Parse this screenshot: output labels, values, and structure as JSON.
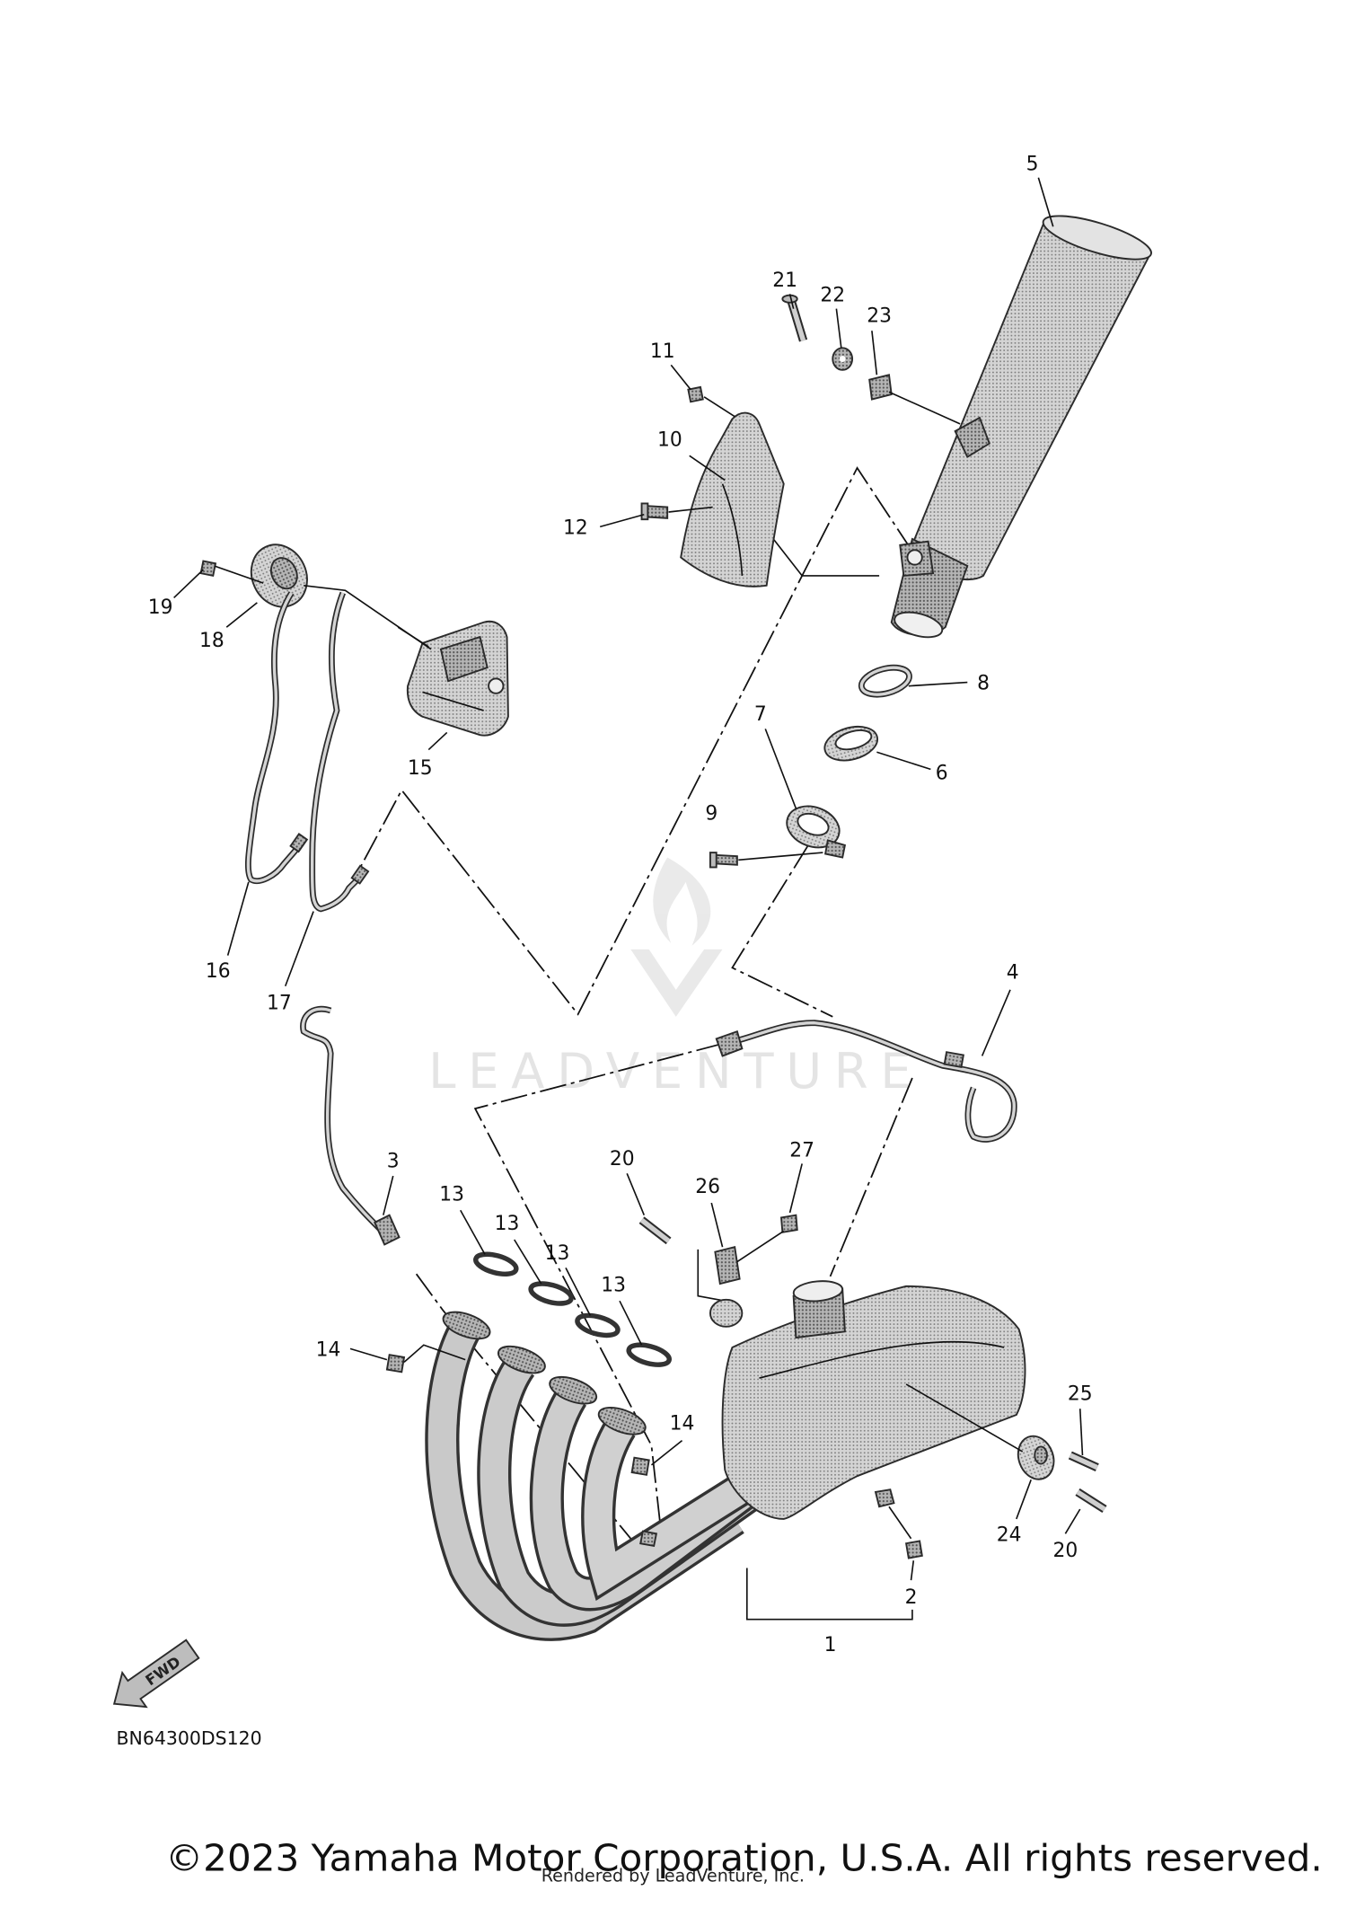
{
  "callouts": {
    "c1": "1",
    "c2": "2",
    "c3": "3",
    "c4": "4",
    "c5": "5",
    "c6": "6",
    "c7": "7",
    "c8": "8",
    "c9": "9",
    "c10": "10",
    "c11": "11",
    "c12": "12",
    "c13a": "13",
    "c13b": "13",
    "c13c": "13",
    "c13d": "13",
    "c14a": "14",
    "c14b": "14",
    "c15": "15",
    "c16": "16",
    "c17": "17",
    "c18": "18",
    "c19": "19",
    "c20a": "20",
    "c20b": "20",
    "c21": "21",
    "c22": "22",
    "c23": "23",
    "c24": "24",
    "c25": "25",
    "c26": "26",
    "c27": "27"
  },
  "drawing_code": "BN64300DS120",
  "fwd_label": "FWD",
  "watermark": "LEADVENTURE",
  "copyright": "©2023 Yamaha Motor Corporation, U.S.A. All rights reserved.",
  "rendered_by": "Rendered by LeadVenture, Inc."
}
